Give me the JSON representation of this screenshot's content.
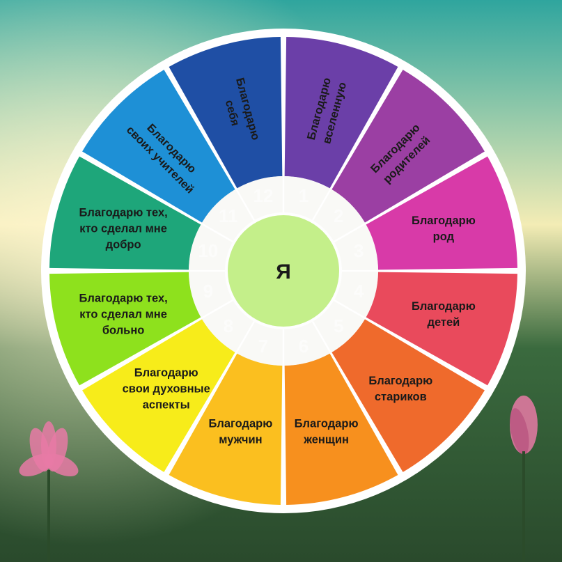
{
  "center": {
    "label": "Я",
    "color": "#c4ef8a"
  },
  "segments": [
    {
      "number": "1",
      "lines": [
        "Благодарю",
        "вселенную"
      ],
      "color": "#6b3fa8",
      "rotate": true
    },
    {
      "number": "2",
      "lines": [
        "Благодарю",
        "родителей"
      ],
      "color": "#9b3fa3",
      "rotate": true
    },
    {
      "number": "3",
      "lines": [
        "Благодарю",
        "род"
      ],
      "color": "#d83aa8",
      "rotate": false
    },
    {
      "number": "4",
      "lines": [
        "Благодарю",
        "детей"
      ],
      "color": "#e94a5c",
      "rotate": false
    },
    {
      "number": "5",
      "lines": [
        "Благодарю",
        "стариков"
      ],
      "color": "#ef6a2c",
      "rotate": false
    },
    {
      "number": "6",
      "lines": [
        "Благодарю",
        "женщин"
      ],
      "color": "#f7901e",
      "rotate": false
    },
    {
      "number": "7",
      "lines": [
        "Благодарю",
        "мужчин"
      ],
      "color": "#fbbf1f",
      "rotate": false
    },
    {
      "number": "8",
      "lines": [
        "Благодарю",
        "свои духовные",
        "аспекты"
      ],
      "color": "#f7ec1a",
      "rotate": false
    },
    {
      "number": "9",
      "lines": [
        "Благодарю тех,",
        "кто сделал мне",
        "больно"
      ],
      "color": "#8ee11d",
      "rotate": false
    },
    {
      "number": "10",
      "lines": [
        "Благодарю тех,",
        "кто сделал мне",
        "добро"
      ],
      "color": "#1ea67a",
      "rotate": false
    },
    {
      "number": "11",
      "lines": [
        "Благодарю",
        "своих учителей"
      ],
      "color": "#1e90d6",
      "rotate": true
    },
    {
      "number": "12",
      "lines": [
        "Благодарю",
        "себя"
      ],
      "color": "#1f4fa5",
      "rotate": true
    }
  ],
  "colors": {
    "sky_top": "#2fa59e",
    "sky_mid": "#f3ecb5",
    "meadow": "#3a6a3e",
    "ground": "#2a4a2c",
    "ring_white": "#ffffff",
    "flower_pink": "#e87aa6"
  },
  "icons": [
    "lotus-flower-icon",
    "lotus-bud-icon"
  ]
}
